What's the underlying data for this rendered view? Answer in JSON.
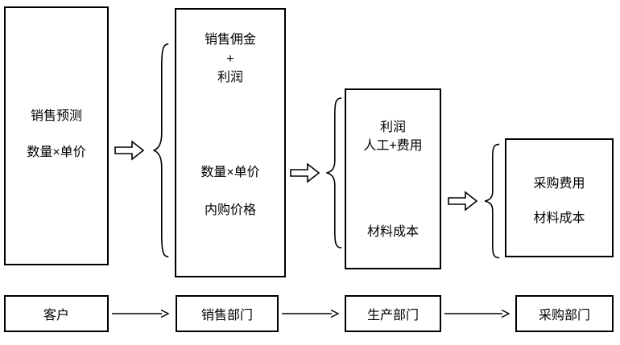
{
  "diagram": {
    "box1": {
      "line1": "销售预测",
      "line2": "数量×单价"
    },
    "box2": {
      "line1": "销售佣金",
      "line2": "+",
      "line3": "利润",
      "line4": "数量×单价",
      "line5": "内购价格"
    },
    "box3": {
      "line1": "利润",
      "line2": "人工+费用",
      "line3": "材料成本"
    },
    "box4": {
      "line1": "采购费用",
      "line2": "材料成本"
    },
    "departments": {
      "d1": "客户",
      "d2": "销售部门",
      "d3": "生产部门",
      "d4": "采购部门"
    },
    "colors": {
      "line": "#000000",
      "background": "#ffffff"
    }
  }
}
